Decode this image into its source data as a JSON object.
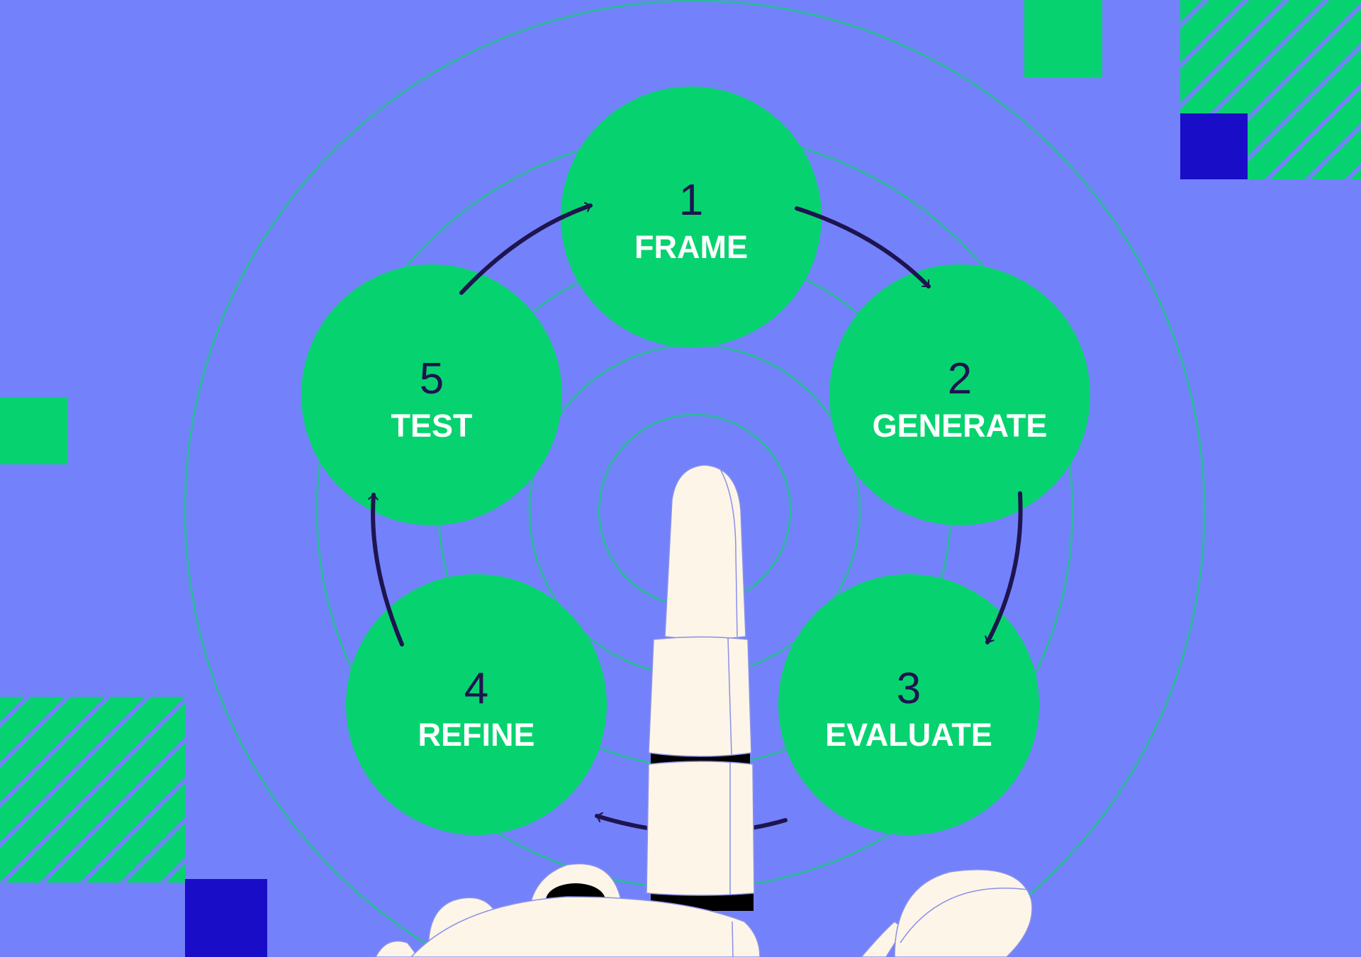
{
  "title": "Iterative prompt cycle",
  "colors": {
    "background": "#7382FA",
    "step_fill": "#06D36F",
    "ring": "#2FB8A0",
    "accent_square": "#1A0DC8",
    "arrow": "#1E1450",
    "robot": "#FDF5E8"
  },
  "steps": [
    {
      "number": "1",
      "label": "FRAME"
    },
    {
      "number": "2",
      "label": "GENERATE"
    },
    {
      "number": "3",
      "label": "EVALUATE"
    },
    {
      "number": "4",
      "label": "REFINE"
    },
    {
      "number": "5",
      "label": "TEST"
    }
  ]
}
